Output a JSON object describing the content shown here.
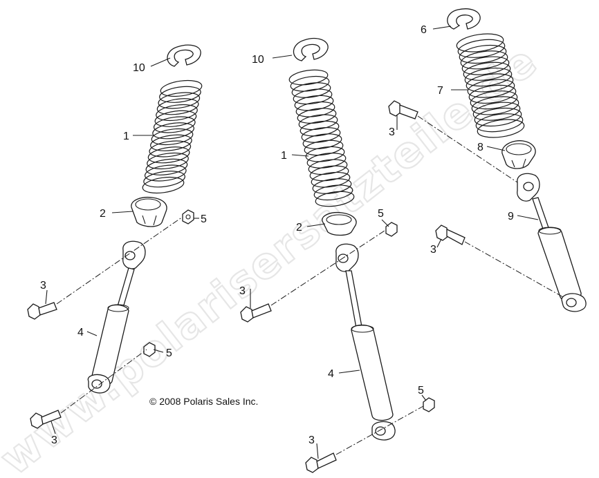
{
  "watermark": "www.polarisersatzteile.de",
  "copyright": "© 2008 Polaris Sales Inc.",
  "callouts": {
    "left_spring": "1",
    "left_retainer": "2",
    "left_upper_bolt": "3",
    "left_lower_bolt": "3",
    "left_shock": "4",
    "left_upper_nut": "5",
    "left_lower_nut": "5",
    "left_clip": "10",
    "center_clip": "10",
    "center_spring": "1",
    "center_retainer": "2",
    "center_upper_nut": "5",
    "center_upper_bolt": "3",
    "center_shock": "4",
    "center_lower_nut": "5",
    "center_lower_bolt": "3",
    "right_clip": "6",
    "right_spring": "7",
    "right_upper_bolt": "3",
    "right_retainer": "8",
    "right_shock": "9",
    "right_lower_bolt": "3"
  }
}
